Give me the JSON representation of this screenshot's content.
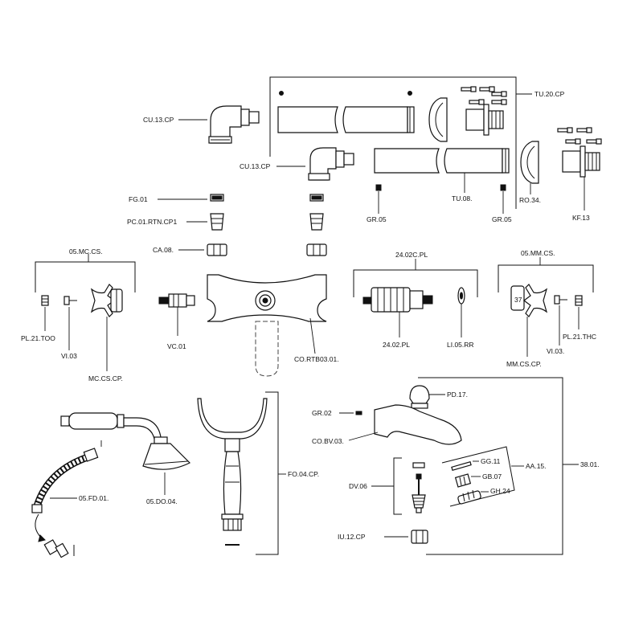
{
  "labels": {
    "cu13cp_top": "CU.13.CP",
    "cu13cp_mid": "CU.13.CP",
    "tu20cp": "TU.20.CP",
    "fg01": "FG.01",
    "pc01": "PC.01.RTN.CP1",
    "ca08": "CA.08.",
    "gr05_left": "GR.05",
    "tu08": "TU.08.",
    "gr05_right": "GR.05",
    "ro34": "RO.34.",
    "kf13": "KF.13",
    "mc_cs": "05.MC.CS.",
    "c2402_pl": "24.02C.PL",
    "mm_cs": "05.MM.CS.",
    "pl21too": "PL.21.TOO",
    "vi03_left": "VI.03",
    "mc_cs_cp": "MC.CS.CP.",
    "vc01": "VC.01",
    "co_rtb": "CO.RTB03.01.",
    "pl2402": "24.02.PL",
    "li05": "LI.05.RR",
    "mm_cs_cp": "MM.CS.CP.",
    "vi03_right": "VI.03.",
    "pl21thc": "PL.21.THC",
    "pd17": "PD.17.",
    "gr02": "GR.02",
    "co_bv": "CO.BV.03.",
    "gg11": "GG.11",
    "aa15": "AA.15.",
    "n3801": "38.01.",
    "gb07": "GB.07",
    "gh24": "GH.24",
    "dv06": "DV.06",
    "fo04": "FO.04.CP.",
    "fd01": "05.FD.01.",
    "do04": "05.DO.04.",
    "iu12": "IU.12.CP",
    "knob_number": "37"
  }
}
